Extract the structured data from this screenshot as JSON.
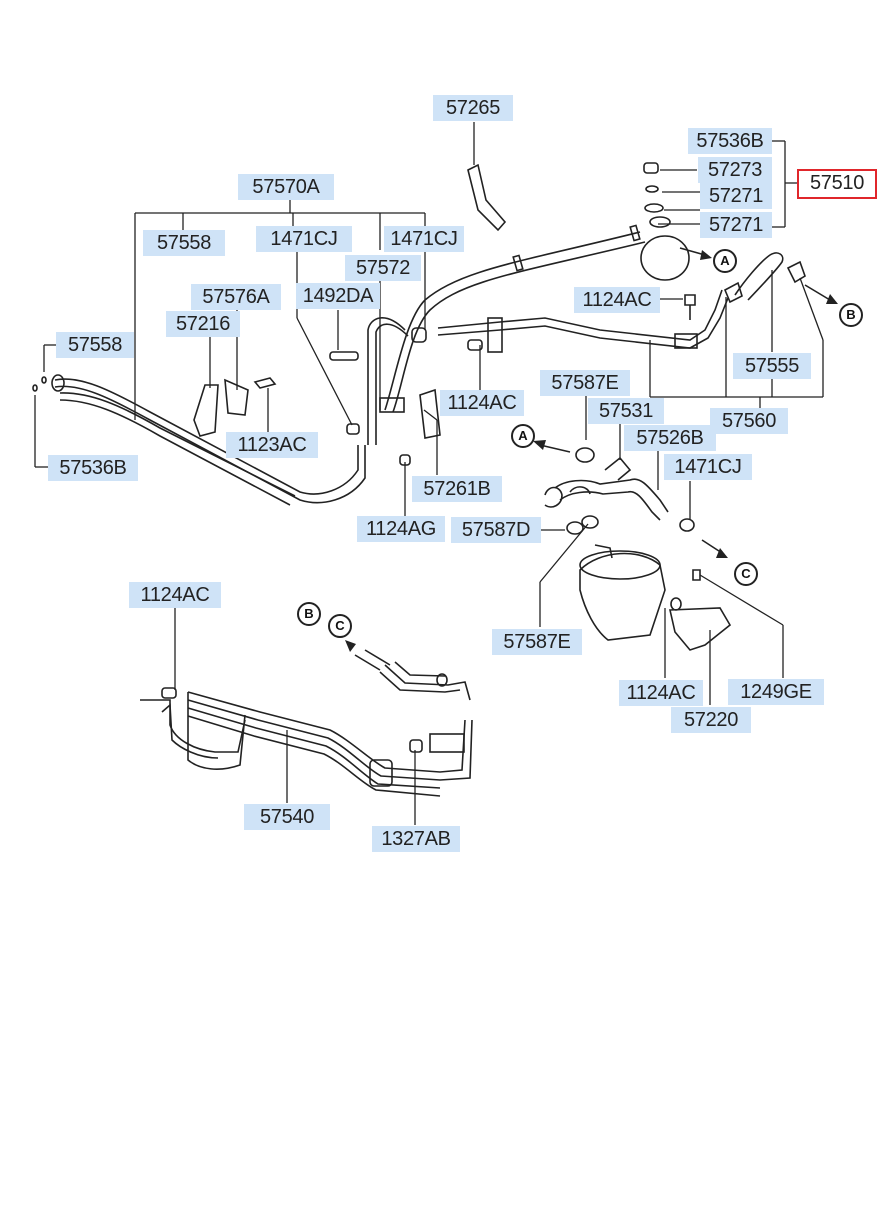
{
  "labels": {
    "l57265": "57265",
    "l57536B_top": "57536B",
    "l57273": "57273",
    "l57271_a": "57271",
    "l57510": "57510",
    "l57271_b": "57271",
    "l57570A": "57570A",
    "l57558_top": "57558",
    "l1471CJ_a": "1471CJ",
    "l1471CJ_b": "1471CJ",
    "l57572": "57572",
    "l57576A": "57576A",
    "l1492DA": "1492DA",
    "l57216": "57216",
    "l1124AC_a": "1124AC",
    "l57558_left": "57558",
    "l57555": "57555",
    "l1124AC_b": "1124AC",
    "l57587E_a": "57587E",
    "l57531": "57531",
    "l57560": "57560",
    "l1123AC": "1123AC",
    "l57526B": "57526B",
    "l57536B_left": "57536B",
    "l1471CJ_c": "1471CJ",
    "l57261B": "57261B",
    "l1124AG": "1124AG",
    "l57587D": "57587D",
    "l1124AC_c": "1124AC",
    "l57587E_b": "57587E",
    "l1124AC_d": "1124AC",
    "l1249GE": "1249GE",
    "l57220": "57220",
    "l57540": "57540",
    "l1327AB": "1327AB"
  },
  "callouts": {
    "a1": "A",
    "a2": "A",
    "b1": "B",
    "b2": "B",
    "c1": "C",
    "c2": "C"
  },
  "colors": {
    "label_bg": "#cfe3f7",
    "highlight_border": "#e0262b",
    "line": "#222222"
  }
}
